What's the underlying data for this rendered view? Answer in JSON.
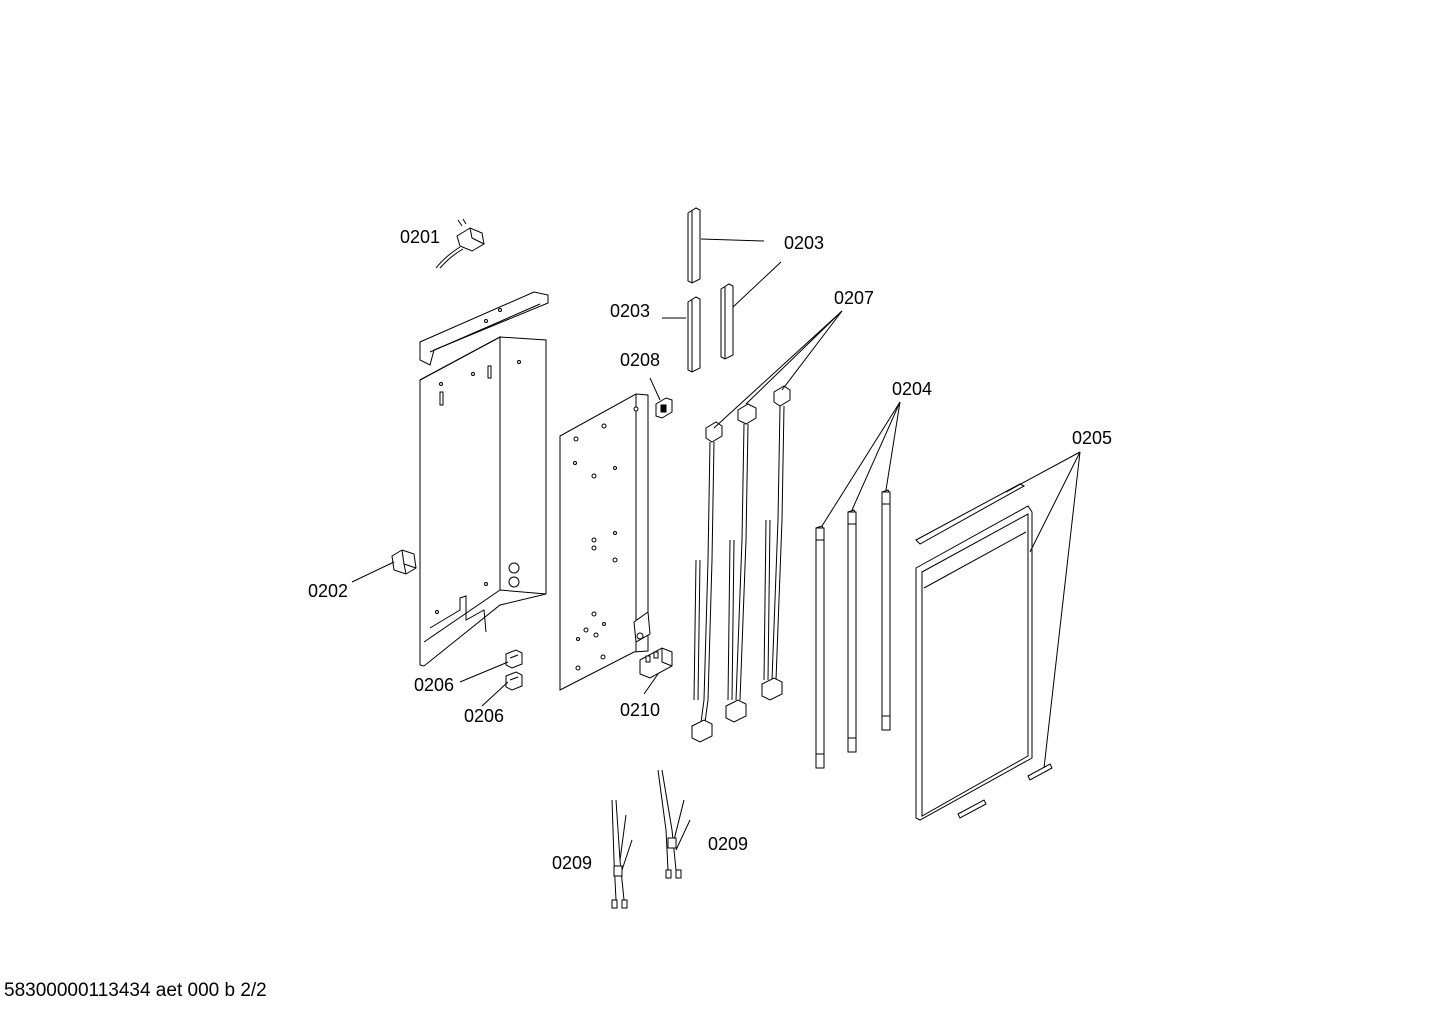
{
  "callouts": {
    "c0201": "0201",
    "c0202": "0202",
    "c0203a": "0203",
    "c0203b": "0203",
    "c0204": "0204",
    "c0205": "0205",
    "c0206a": "0206",
    "c0206b": "0206",
    "c0207": "0207",
    "c0208": "0208",
    "c0209a": "0209",
    "c0209b": "0209",
    "c0210": "0210"
  },
  "footer": "58300000113434 aet 000 b 2/2",
  "colors": {
    "line": "#000000",
    "background": "#ffffff"
  }
}
